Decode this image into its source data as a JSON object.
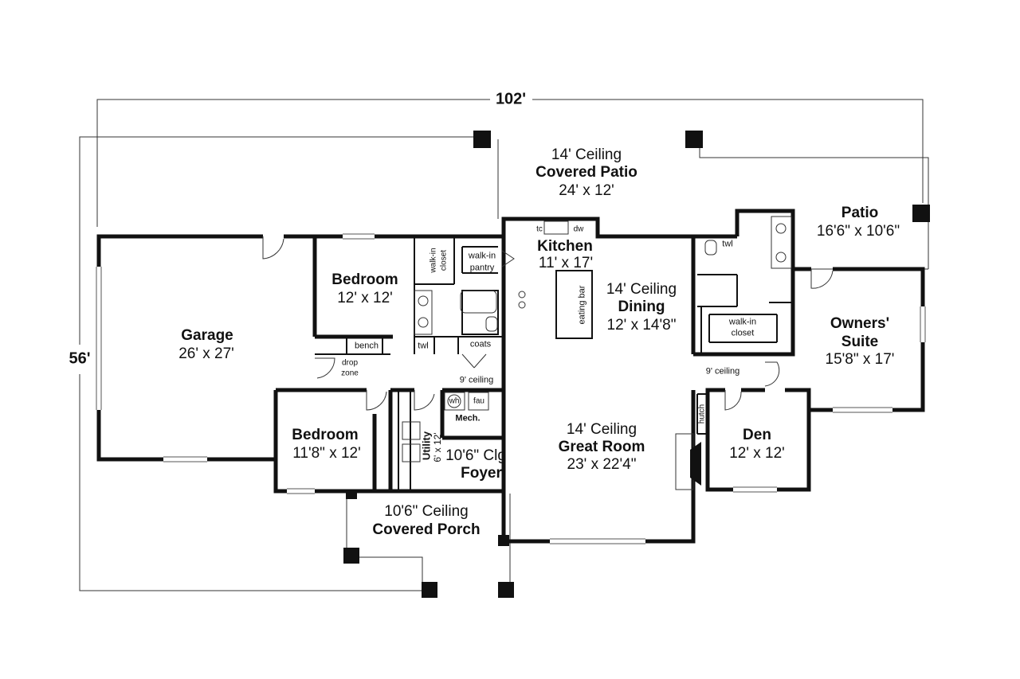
{
  "dimensions": {
    "width": "102'",
    "depth": "56'"
  },
  "rooms": {
    "covered_patio": {
      "ceiling": "14' Ceiling",
      "name": "Covered Patio",
      "size": "24' x 12'"
    },
    "patio": {
      "name": "Patio",
      "size": "16'6\" x 10'6\""
    },
    "kitchen": {
      "name": "Kitchen",
      "size": "11' x 17'"
    },
    "dining": {
      "ceiling": "14' Ceiling",
      "name": "Dining",
      "size": "12' x 14'8\""
    },
    "owners_suite": {
      "name_line1": "Owners'",
      "name_line2": "Suite",
      "size": "15'8\" x 17'"
    },
    "garage": {
      "name": "Garage",
      "size": "26' x 27'"
    },
    "bedroom_1": {
      "name": "Bedroom",
      "size": "12' x 12'"
    },
    "bedroom_2": {
      "name": "Bedroom",
      "size": "11'8\" x 12'"
    },
    "great_room": {
      "ceiling": "14' Ceiling",
      "name": "Great Room",
      "size": "23' x 22'4\""
    },
    "den": {
      "name": "Den",
      "size": "12' x 12'"
    },
    "foyer": {
      "ceiling": "10'6\" Clg",
      "name": "Foyer"
    },
    "covered_porch": {
      "ceiling": "10'6\" Ceiling",
      "name": "Covered Porch"
    },
    "utility": {
      "name": "Utility",
      "size": "6' x 12'"
    }
  },
  "fixtures": {
    "walk_in_pantry_1": "walk-in",
    "walk_in_pantry_2": "pantry",
    "walk_in_closet_a1": "walk-in",
    "walk_in_closet_a2": "closet",
    "walk_in_closet_b1": "walk-in",
    "walk_in_closet_b2": "closet",
    "eating_bar": "eating bar",
    "tc": "tc",
    "dw": "dw",
    "twl_1": "twl",
    "twl_2": "twl",
    "coats": "coats",
    "bench": "bench",
    "drop_zone_1": "drop",
    "drop_zone_2": "zone",
    "ceiling_9_1": "9' ceiling",
    "ceiling_9_2": "9' ceiling",
    "wh": "wh",
    "fau": "fau",
    "mech": "Mech.",
    "hutch": "hutch"
  }
}
